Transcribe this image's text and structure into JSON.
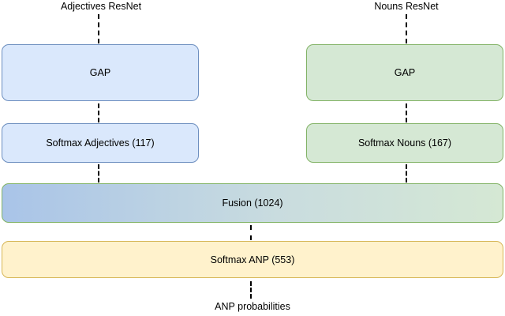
{
  "diagram": {
    "top_labels": {
      "adjectives": "Adjectives ResNet",
      "nouns": "Nouns ResNet"
    },
    "nodes": {
      "gap_adjectives": {
        "label": "GAP",
        "fill": "#dae8fc",
        "stroke": "#6c8ebf"
      },
      "gap_nouns": {
        "label": "GAP",
        "fill": "#d5e8d4",
        "stroke": "#82b366"
      },
      "softmax_adjectives": {
        "label": "Softmax Adjectives (117)",
        "fill": "#dae8fc",
        "stroke": "#6c8ebf"
      },
      "softmax_nouns": {
        "label": "Softmax Nouns (167)",
        "fill": "#d5e8d4",
        "stroke": "#82b366"
      },
      "fusion": {
        "label": "Fusion (1024)",
        "fill_gradient_start": "#a9c4e8",
        "fill_gradient_end": "#d5e8d4",
        "stroke": "#82b366"
      },
      "softmax_anp": {
        "label": "Softmax ANP (553)",
        "fill": "#fff2cc",
        "stroke": "#d6b656"
      }
    },
    "output_label": "ANP probabilities",
    "connectors": {
      "style": "dashed",
      "color": "#000000"
    },
    "background": "#ffffff",
    "text_color": "#000000"
  }
}
